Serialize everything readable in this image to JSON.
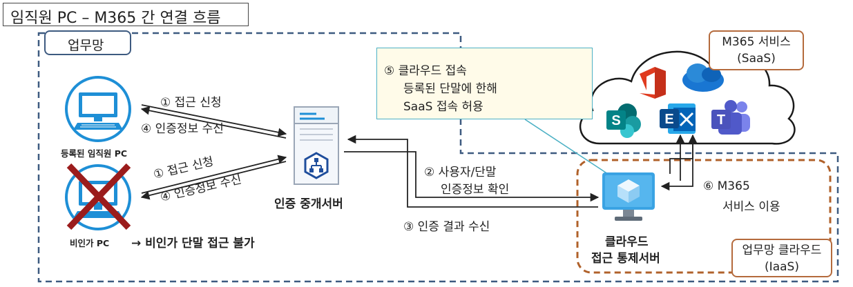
{
  "title": "임직원 PC – M365 간 연결 흐름",
  "network_label": "업무망",
  "pc_registered": {
    "label": "등록된 임직원 PC",
    "arrow_out": "① 접근 신청",
    "arrow_in": "④ 인증정보 수신"
  },
  "pc_unauthorized": {
    "label": "비인가 PC",
    "result": "→ 비인가 단말 접근 불가",
    "arrow_out": "① 접근 신청",
    "arrow_in": "④ 인증정보 수신"
  },
  "auth_server": {
    "label": "인증 중개서버"
  },
  "step2": {
    "line1": "② 사용자/단말",
    "line2": "인증정보 확인"
  },
  "step3": "③ 인증 결과 수신",
  "callout": {
    "line1": "⑤ 클라우드 접속",
    "line2": "등록된 단말에 한해",
    "line3": "SaaS 접속 허용"
  },
  "m365": {
    "line1": "M365 서비스",
    "line2": "(SaaS)"
  },
  "step6": {
    "line1": "⑥ M365",
    "line2": "서비스 이용"
  },
  "control_server": {
    "line1": "클라우드",
    "line2": "접근 통제서버"
  },
  "iaas": {
    "line1": "업무망 클라우드",
    "line2": "(IaaS)"
  },
  "colors": {
    "network_border": "#3d5a80",
    "iaas_border": "#b0612a",
    "callout_bg": "#fffbe9",
    "callout_border": "#4bb0c4",
    "pc_blue": "#1e8fd6",
    "cross_red": "#9b1c1c"
  },
  "icons": [
    "desktop-pc-icon",
    "server-icon",
    "network-hub-icon",
    "azure-vm-icon",
    "office-icon",
    "onedrive-icon",
    "sharepoint-icon",
    "exchange-icon",
    "teams-icon",
    "cloud-icon"
  ]
}
